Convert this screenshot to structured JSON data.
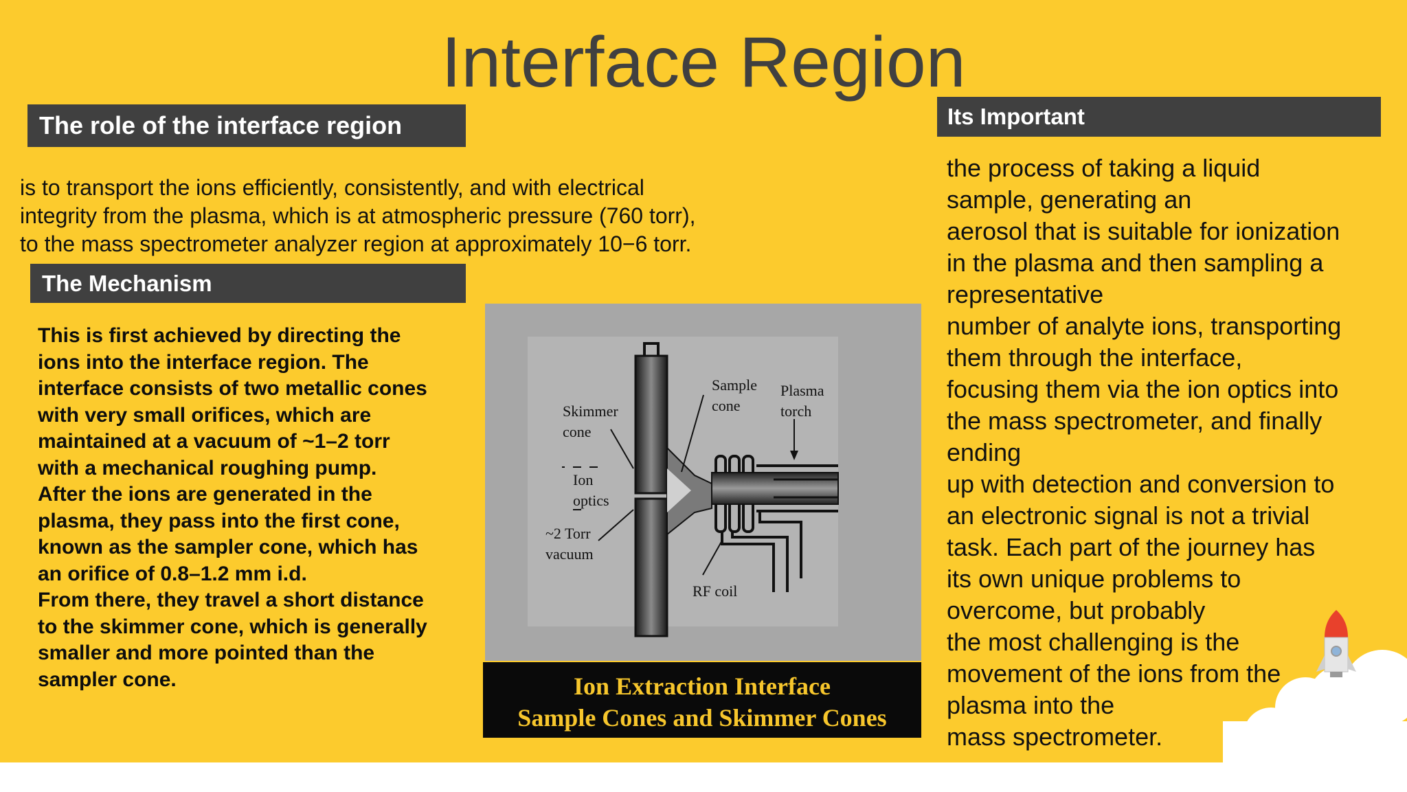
{
  "slide": {
    "title": "Interface Region",
    "role_heading": "The role of the interface region",
    "role_text_lines": [
      "is to transport the ions efficiently, consistently, and with electrical",
      "integrity from the plasma, which is at atmospheric pressure (760 torr),",
      "to the mass spectrometer analyzer region at approximately 10−6 torr."
    ],
    "mechanism_heading": "The Mechanism",
    "mechanism_lines": [
      "This is first achieved by directing the",
      "ions into the interface region. The",
      "interface consists of two metallic cones",
      "with very small orifices, which are",
      "maintained at a vacuum of ~1–2 torr",
      "with a mechanical roughing pump.",
      "After the ions are generated in the",
      "plasma, they pass into the first cone,",
      "known as the sampler cone, which has",
      "an orifice of 0.8–1.2 mm i.d.",
      "From there, they travel a short distance",
      "to the skimmer cone, which is generally",
      "smaller and more pointed than the",
      "sampler cone."
    ],
    "important_heading": "Its Important",
    "important_lines": [
      "the process of taking a liquid",
      "sample, generating an",
      "aerosol that is suitable for ionization",
      "in the plasma and then sampling a",
      "representative",
      "number of analyte ions, transporting",
      "them through the interface,",
      "focusing them via the ion optics into",
      "the mass spectrometer, and finally",
      "ending",
      "up with detection and conversion to",
      "an electronic signal is not a trivial",
      "task. Each part of the journey has",
      "its own unique problems to",
      "overcome, but probably",
      "the most challenging is the",
      "movement of the ions from the",
      "plasma into the",
      "mass spectrometer."
    ]
  },
  "figure": {
    "labels": {
      "skimmer_1": "Skimmer",
      "skimmer_2": "cone",
      "sample_1": "Sample",
      "sample_2": "cone",
      "plasma_1": "Plasma",
      "plasma_2": "torch",
      "ion_1": "Ion",
      "ion_2": "optics",
      "torr_1": "~2 Torr",
      "torr_2": "vacuum",
      "rf": "RF coil"
    },
    "caption_line1": "Ion Extraction Interface",
    "caption_line2": "Sample Cones and Skimmer Cones"
  },
  "colors": {
    "background": "#fccb2d",
    "heading_bar": "#404040",
    "caption_text": "#f7c62c"
  },
  "icons": {
    "rocket": "rocket-icon",
    "cloud": "cloud-icon"
  }
}
